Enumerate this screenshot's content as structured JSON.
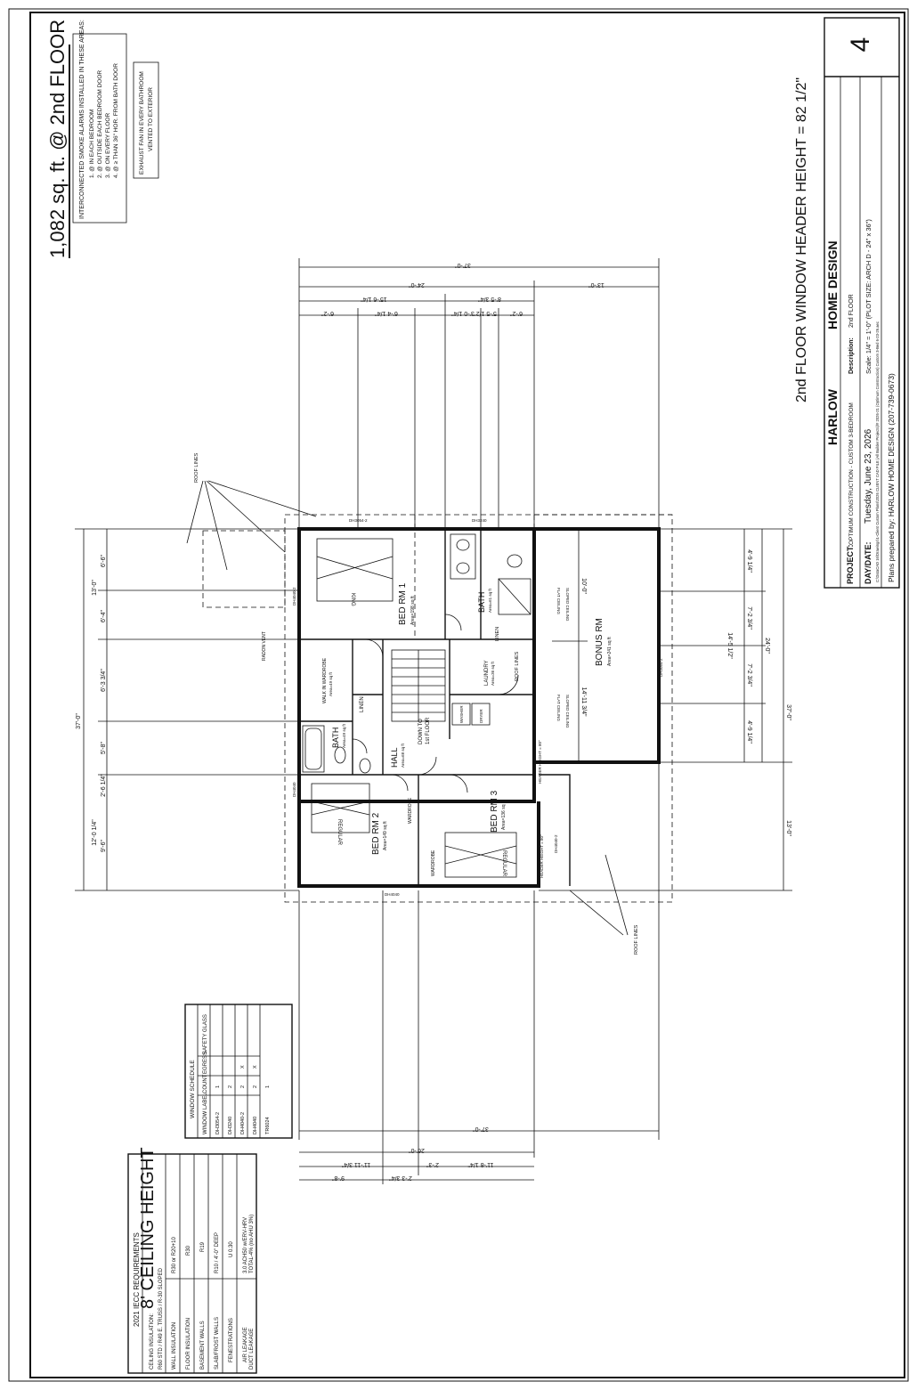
{
  "sheet": {
    "area_title": "1,082 sq. ft. @ 2nd FLOOR",
    "smoke_alarm_notes": [
      "INTERCONNECTED SMOKE ALARMS INSTALLED IN THESE AREAS:",
      "1. @ IN EACH BEDROOM",
      "2. @ OUTSIDE EACH BEDROOM DOOR",
      "3. @ ON EVERY FLOOR",
      "4. @ ≥ THAN 36\" HOR. FROM BATH DOOR"
    ],
    "exhaust_note": [
      "EXHAUST FAN IN EVERY BATHROOM",
      "VENTED TO EXTERIOR"
    ],
    "ceiling_height": "8' CEILING HEIGHT",
    "window_header_height": "2nd FLOOR WINDOW HEADER HEIGHT = 82 1/2\"",
    "sheet_number": "4"
  },
  "title_block": {
    "company_left": "HARLOW",
    "company_right": "HOME   DESIGN",
    "project_label": "PROJECT:",
    "project_value": "OPTIMUM CONSTRUCTION - CUSTOM 3-BEDROOM",
    "description_label": "Description:",
    "description_value": "2nd FLOOR",
    "date_label": "DAY/DATE:",
    "date_value": "Tuesday, June 23, 2026",
    "scale": "Scale:  1/4\" = 1'-0\"   (PLOT SIZE: ARCH D - 24\" x 36\")",
    "file_path": "C:\\DataCAD 16\\Drawings\\1-Client Custom Plans\\2026 CLIENT CAD FILE (All Builder Projects)\\# 2026-21 (Optimum Construction) Custom 3-Bed   6-23-26.aec",
    "prepared_by": "Plans prepared by: HARLOW HOME DESIGN (207-739-0673)"
  },
  "rooms": {
    "bed1": "BED RM 1",
    "bed1_area": "Area=198 sq ft",
    "bed2": "BED RM 2",
    "bed2_area": "Area=149 sq ft",
    "bed3": "BED RM 3",
    "bed3_area": "Area=136 sq ft",
    "bonus": "BONUS RM",
    "bonus_area": "Area=241 sq ft",
    "bath_upper": "BATH",
    "bath_upper_area": "Area=61 sq ft",
    "bath_lower": "BATH",
    "bath_lower_area": "Area=49 sq ft",
    "hall": "HALL",
    "hall_area": "Area=68 sq ft",
    "laundry": "LAUNDRY",
    "laundry_area": "Area=36 sq ft",
    "linen1": "LINEN",
    "linen2": "LINEN",
    "down_to": "DOWN TO",
    "first_floor": "1st FLOOR",
    "wardrobe1": "WALK IN WARDROBE",
    "wardrobe1_area": "Area=49 sq ft",
    "wardrobe2": "WARDROBE",
    "wardrobe3": "WARDROBE",
    "king": "KING",
    "regular1": "REGULAR",
    "regular2": "REGULAR",
    "washer": "WASHER",
    "dryer": "DRYER",
    "roof_lines1": "ROOF LINES",
    "roof_lines2": "ROOF LINES",
    "roof_lines3": "ROOF LINES",
    "radon_vent": "RADON VENT",
    "header_height_1": "HEADER HEIGHT = 80\"",
    "header_height_2": "HEADER HEIGHT = 80\"",
    "flat_ceiling_1": "FLAT CEILING",
    "flat_ceiling_2": "FLAT CEILING",
    "sloped_ceiling_1": "SLOPED CEILING",
    "sloped_ceiling_2": "SLOPED CEILING"
  },
  "windows": {
    "w1": "DH3054-2",
    "w2": "DH3054-2",
    "w3": "DH3240",
    "w4": "DH4040",
    "w5": "DH4040-2",
    "w6": "DH4040-2",
    "w7": "DH4040",
    "w8": "TR6024"
  },
  "dimensions": {
    "overall_37": "37'-0\"",
    "overall_37b": "37'-0\"",
    "overall_37c": "37'-0\"",
    "overall_37d": "37'-0\"",
    "top_24": "24'-0\"",
    "top_13": "13'-0\"",
    "top_15_61": "15'-6 1/4\"",
    "top_8_53": "8'-5 3/4\"",
    "top_6_2": "6'-2\"",
    "top_6_41": "6'-4 1/4\"",
    "top_5_51": "5'-5 1/2\"",
    "top_3_01": "3'-0 1/4\"",
    "top_6_2b": "6'-2\"",
    "left_13": "13'-0\"",
    "left_6_6": "6'-6\"",
    "left_6_4": "6'-4\"",
    "left_6_33": "6'-3 3/4\"",
    "left_5_8": "5'-8\"",
    "left_2_61": "2'-6 1/4\"",
    "left_12_01": "12'-0 1/4\"",
    "left_9_6": "9'-6\"",
    "right_24": "24'-0\"",
    "right_13": "13'-0\"",
    "right_4_91a": "4'-9 1/4\"",
    "right_7_23a": "7'-2 3/4\"",
    "right_14_51": "14'-5 1/2\"",
    "right_7_23b": "7'-2 3/4\"",
    "right_4_91b": "4'-9 1/4\"",
    "right_10": "10'-0\"",
    "right_14_113": "14'-11 3/4\"",
    "bot_37": "37'-0\"",
    "bot_26": "26'-0\"",
    "bot_11_81": "11'-8 1/4\"",
    "bot_11_113": "11'-11 3/4\"",
    "bot_2_3": "2'-3\"",
    "bot_9_8": "9'-8\"",
    "bot_2_33": "2'-3 3/4\""
  },
  "iecc": {
    "title": "2021 IECC REQUIREMENTS",
    "rows": [
      [
        "CEILING INSULATION:\nR60 STD / R49 E. TRUSS / R-30 SLOPED",
        ""
      ],
      [
        "WALL INSULATION",
        "R30 or R20+10"
      ],
      [
        "FLOOR INSULATION",
        "R30"
      ],
      [
        "BASEMENT WALLS",
        "R19"
      ],
      [
        "SLAB/FROST WALLS",
        "R10 / 4'-0\" DEEP"
      ],
      [
        "FENESTRATIONS",
        "U 0.30"
      ],
      [
        "AIR LEAKAGE",
        "3.0 ACH50 w/ERV-HRV"
      ],
      [
        "DUCT LEAKAGE",
        "TOTAL-4% (no AHU 3%)"
      ]
    ]
  },
  "window_schedule": {
    "title": "WINDOW SCHEDULE",
    "headers": [
      "WINDOW LABEL",
      "COUNT",
      "EGRESS",
      "SAFETY GLASS"
    ],
    "rows": [
      [
        "DH3054-2",
        "1",
        "",
        ""
      ],
      [
        "DH3240",
        "2",
        "",
        ""
      ],
      [
        "DH4040-2",
        "2",
        "X",
        ""
      ],
      [
        "DH4040",
        "2",
        "X",
        ""
      ],
      [
        "TR6024",
        "1",
        "",
        ""
      ]
    ]
  }
}
